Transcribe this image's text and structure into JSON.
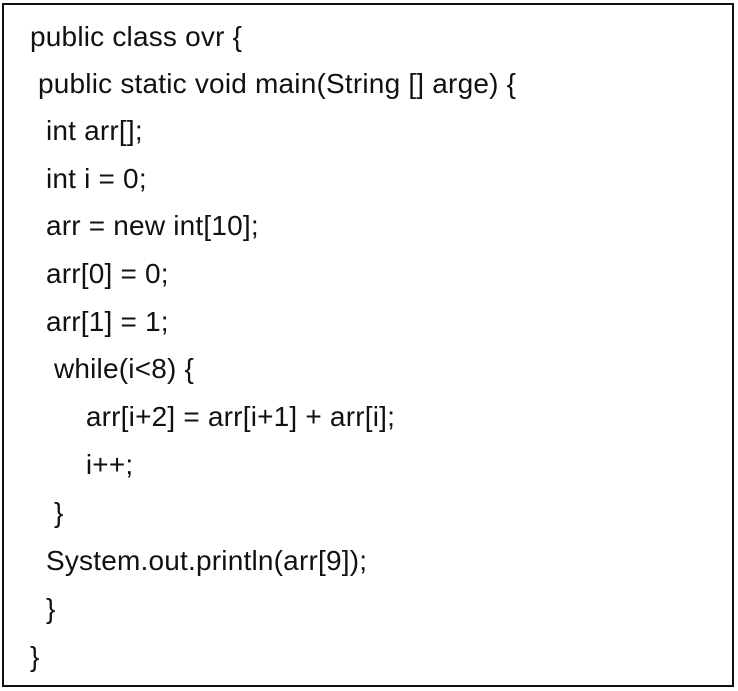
{
  "code": {
    "lines": [
      "public class ovr {",
      " public static void main(String [] arge) {",
      "  int arr[];",
      "  int i = 0;",
      "  arr = new int[10];",
      "  arr[0] = 0;",
      "  arr[1] = 1;",
      "   while(i<8) {",
      "       arr[i+2] = arr[i+1] + arr[i];",
      "       i++;",
      "   }",
      "  System.out.println(arr[9]);",
      "  }",
      "}"
    ]
  }
}
